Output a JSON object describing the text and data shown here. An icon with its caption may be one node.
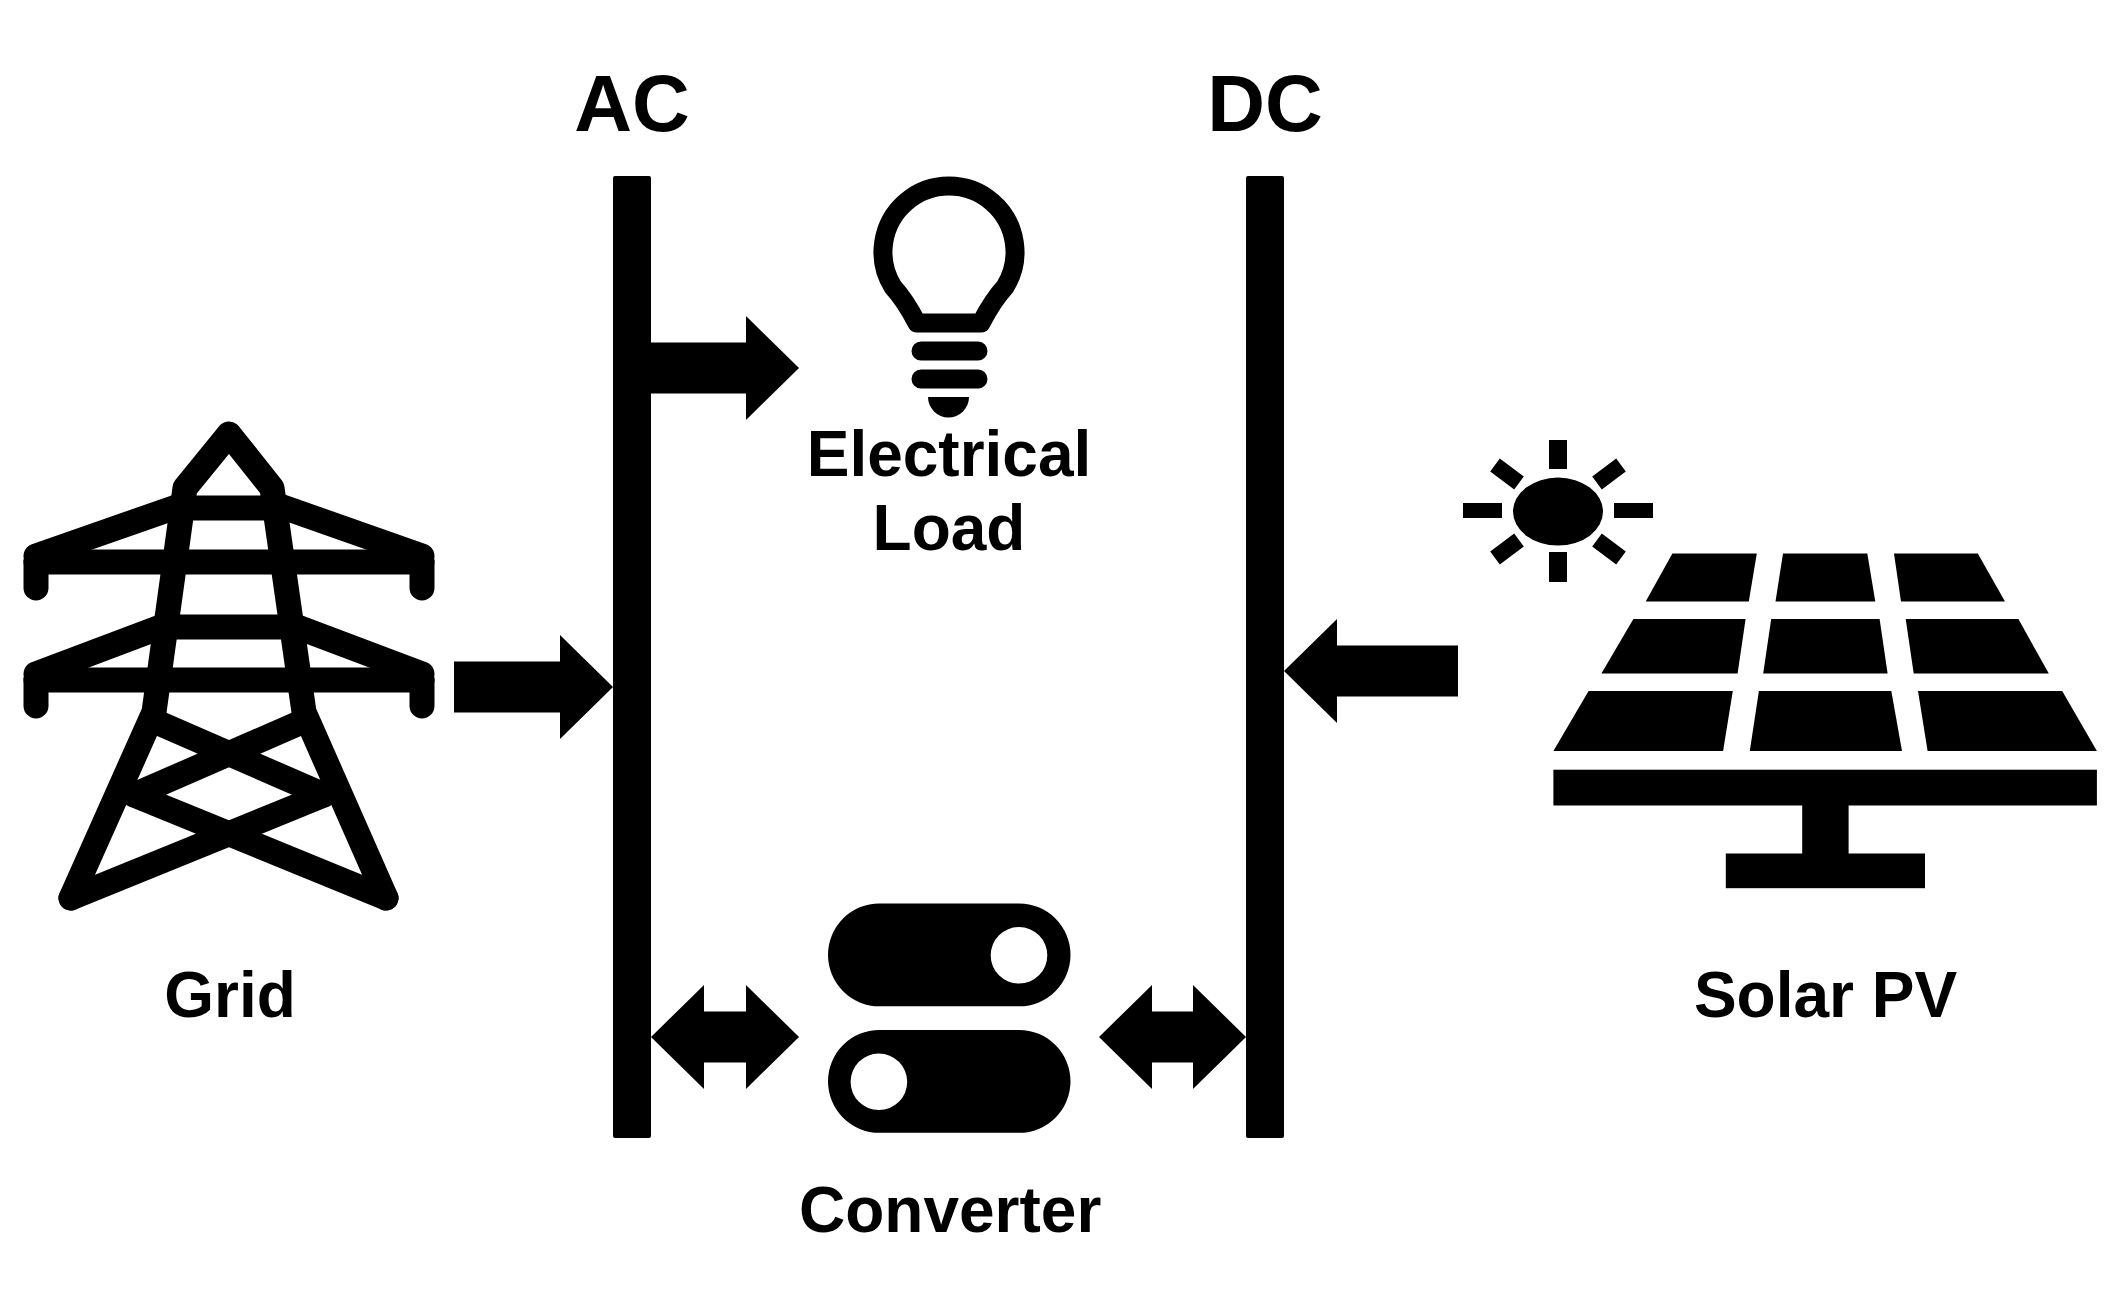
{
  "diagram": {
    "nodes": [
      {
        "text": [
          "AC"
        ]
      },
      {
        "text": [
          "DC"
        ]
      },
      {
        "text": [
          "Electrical Load"
        ]
      },
      {
        "text": [
          "Grid"
        ]
      },
      {
        "text": [
          "Solar PV"
        ]
      },
      {
        "text": [
          "Converter"
        ]
      }
    ],
    "edges": [
      {
        "from": 3,
        "to": 0,
        "arrow": "to"
      },
      {
        "from": 0,
        "to": 2,
        "arrow": "to"
      },
      {
        "from": 4,
        "to": 1,
        "arrow": "to"
      },
      {
        "from": 0,
        "to": 5,
        "arrow": "both"
      },
      {
        "from": 1,
        "to": 5,
        "arrow": "both"
      }
    ]
  }
}
